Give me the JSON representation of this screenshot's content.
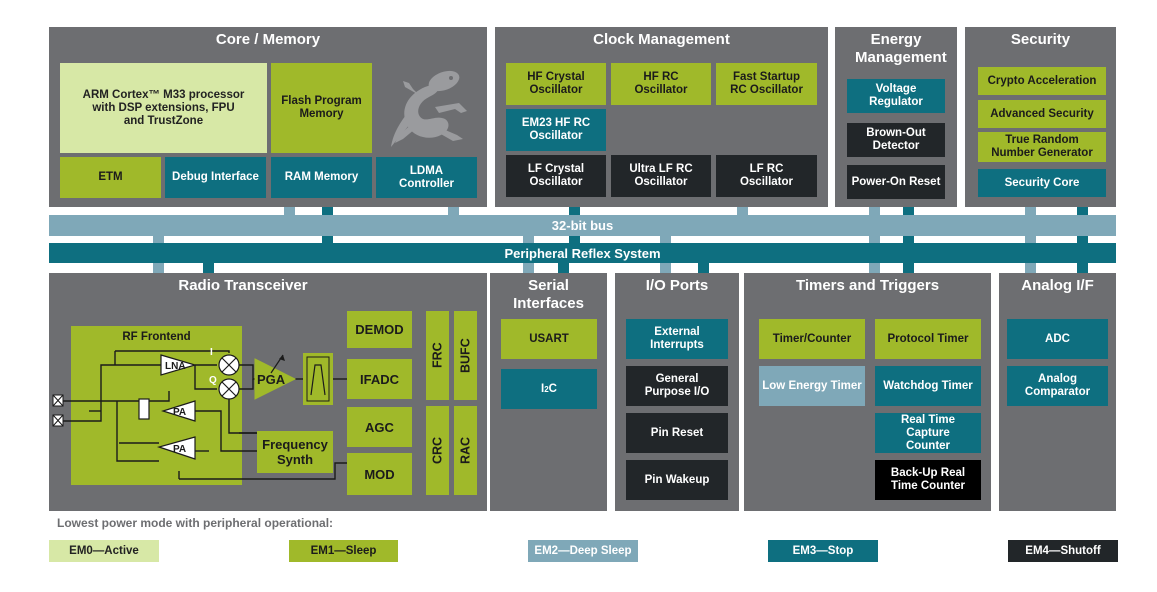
{
  "sections": {
    "core_memory": "Core / Memory",
    "clock": "Clock Management",
    "energy": "Energy Management",
    "security": "Security",
    "radio": "Radio Transceiver",
    "serial": "Serial Interfaces",
    "io": "I/O Ports",
    "timers": "Timers and Triggers",
    "analog": "Analog I/F"
  },
  "core": {
    "arm": "ARM Cortex™ M33 processor with DSP extensions, FPU and TrustZone",
    "flash": "Flash Program Memory",
    "etm": "ETM",
    "debug": "Debug Interface",
    "ram": "RAM Memory",
    "ldma": "LDMA Controller"
  },
  "clock": {
    "hf_crystal": "HF Crystal Oscillator",
    "hf_rc": "HF RC Oscillator",
    "fast_startup": "Fast Startup RC Oscillator",
    "em23_hf_rc": "EM23 HF RC Oscillator",
    "lf_crystal": "LF Crystal Oscillator",
    "ultra_lf_rc": "Ultra LF RC Oscillator",
    "lf_rc": "LF RC Oscillator"
  },
  "energy": {
    "voltage_reg": "Voltage Regulator",
    "brown_out": "Brown-Out Detector",
    "power_on": "Power-On Reset"
  },
  "security": {
    "crypto": "Crypto Acceleration",
    "advanced": "Advanced Security",
    "trng": "True Random Number Generator",
    "core": "Security Core"
  },
  "bus": {
    "bus32": "32-bit bus",
    "prs": "Peripheral Reflex System"
  },
  "radio": {
    "rf_frontend": "RF Frontend",
    "lna": "LNA",
    "pa": "PA",
    "i": "I",
    "q": "Q",
    "pga": "PGA",
    "demod": "DEMOD",
    "ifadc": "IFADC",
    "agc": "AGC",
    "mod": "MOD",
    "freq_synth": "Frequency Synth",
    "frc": "FRC",
    "bufc": "BUFC",
    "crc": "CRC",
    "rac": "RAC"
  },
  "serial": {
    "usart": "USART",
    "i2c_base": "I",
    "i2c_sup": "2",
    "i2c_end": "C"
  },
  "io": {
    "ext_int": "External Interrupts",
    "gpio": "General Purpose I/O",
    "pin_reset": "Pin Reset",
    "pin_wakeup": "Pin Wakeup"
  },
  "timers": {
    "timer_counter": "Timer/Counter",
    "protocol_timer": "Protocol Timer",
    "low_energy_timer": "Low Energy Timer",
    "watchdog": "Watchdog Timer",
    "rtcc": "Real Time Capture Counter",
    "burtc": "Back-Up Real Time Counter"
  },
  "analog": {
    "adc": "ADC",
    "comparator": "Analog Comparator"
  },
  "legend": {
    "title": "Lowest power mode with peripheral operational:",
    "em0": "EM0—Active",
    "em1": "EM1—Sleep",
    "em2": "EM2—Deep Sleep",
    "em3": "EM3—Stop",
    "em4": "EM4—Shutoff"
  },
  "colors": {
    "section_gray": "#6d6e71",
    "em0": "#d7e8a6",
    "em1": "#a0b92a",
    "em2": "#7fa8b8",
    "em3": "#0e6f80",
    "em4": "#222629"
  },
  "icons": {
    "gecko": "gecko-logo-icon"
  }
}
